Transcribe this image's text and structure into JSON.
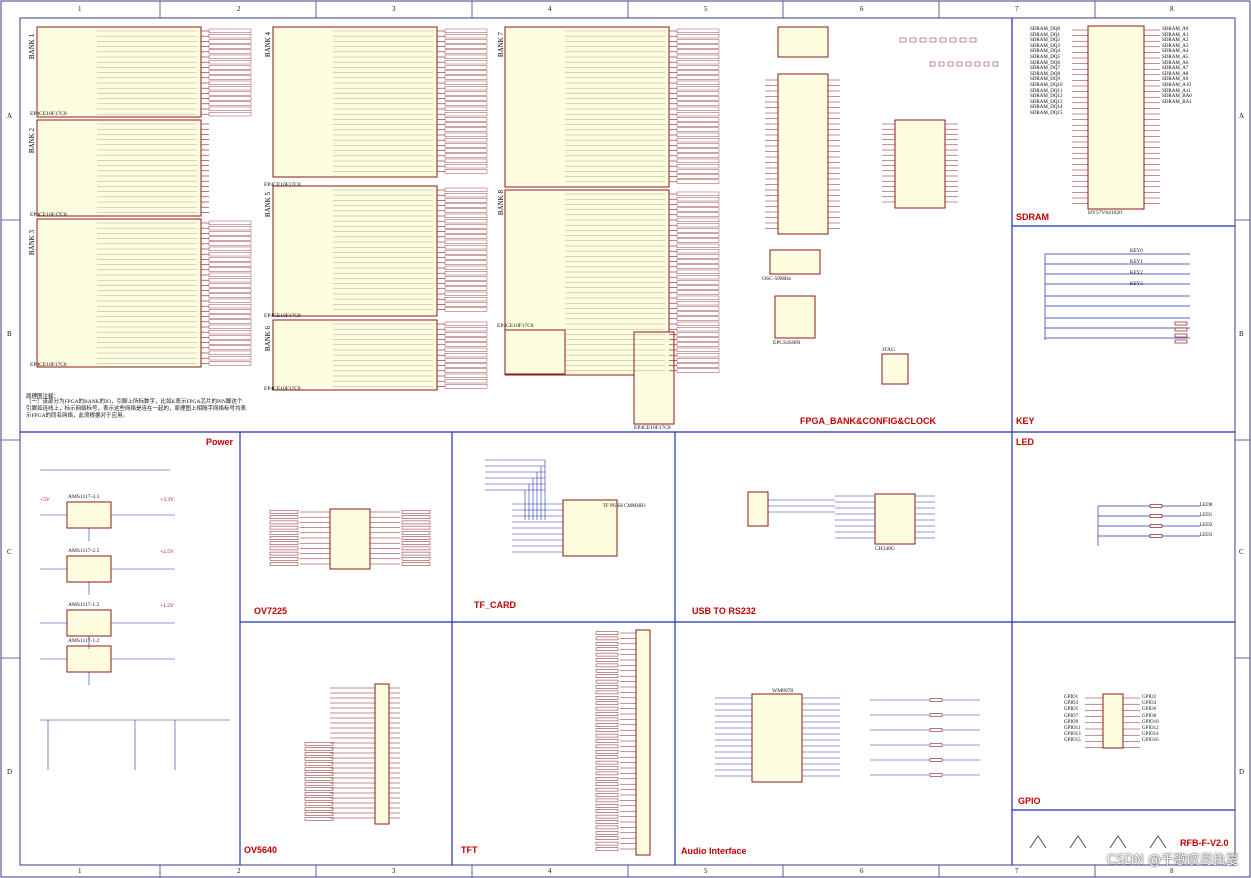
{
  "border": {
    "top_numbers": [
      "1",
      "2",
      "3",
      "4",
      "5",
      "6",
      "7",
      "8"
    ],
    "side_letters": [
      "A",
      "B",
      "C",
      "D"
    ]
  },
  "sections": {
    "fpga": "FPGA_BANK&CONFIG&CLOCK",
    "sdram": "SDRAM",
    "key": "KEY",
    "power": "Power",
    "ov7225": "OV7225",
    "tf_card": "TF_CARD",
    "usb": "USB TO RS232",
    "led": "LED",
    "ov5640": "OV5640",
    "tft": "TFT",
    "audio": "Audio Interface",
    "gpio": "GPIO",
    "board": "RFB-F-V2.0"
  },
  "banks": [
    "BANK 1",
    "BANK 2",
    "BANK 3",
    "BANK 4",
    "BANK 5",
    "BANK 6",
    "BANK 7",
    "BANK 8"
  ],
  "chips": {
    "u2a": "EP4CE10F17C8",
    "u2b": "EP4CE10F17C8",
    "u2c": "EP4CE10F17C8",
    "u2d": "EP4CE10F17C8",
    "u2e": "EP4CE10F17C8",
    "u2f": "EP4CE10F17C8",
    "u2g": "EP4CE10F17C8",
    "u2h": "EP4CE10F17C8",
    "sdram": "HY57V641620",
    "osc": "OSC-50MHz",
    "epcs": "EPCS4SI8N",
    "jtag": "JTAG",
    "usb_chip": "CH340G",
    "audio_chip": "WM8978",
    "tf": "TF PUSH CMMHH1",
    "reg1": "AMS1117-3.3",
    "reg2": "AMS1117-2.5",
    "reg3": "AMS1117-1.2",
    "reg4": "AMS1117-1.2"
  },
  "note": {
    "title": "原理图注释：",
    "body": "（一）该部分为FPGA的BANK的IO，引脚上所标数字，比如K表示FPGA芯片的PIN脚这个引脚如连线上，标示网络标号，表示这些网络是连在一起的，原理图上相隔字网络标号均表示FPGA的同名网络，此须根据对于应用。"
  },
  "sdram_signals": [
    "SDRAM_DQ0",
    "SDRAM_DQ1",
    "SDRAM_DQ2",
    "SDRAM_DQ3",
    "SDRAM_DQ4",
    "SDRAM_DQ5",
    "SDRAM_DQ6",
    "SDRAM_DQ7",
    "SDRAM_DQ8",
    "SDRAM_DQ9",
    "SDRAM_DQ10",
    "SDRAM_DQ11",
    "SDRAM_DQ12",
    "SDRAM_DQ13",
    "SDRAM_DQ14",
    "SDRAM_DQ15"
  ],
  "sdram_addr": [
    "SDRAM_A0",
    "SDRAM_A1",
    "SDRAM_A2",
    "SDRAM_A3",
    "SDRAM_A4",
    "SDRAM_A5",
    "SDRAM_A6",
    "SDRAM_A7",
    "SDRAM_A8",
    "SDRAM_A9",
    "SDRAM_A10",
    "SDRAM_A11",
    "SDRAM_BA0",
    "SDRAM_BA1"
  ],
  "keys": [
    "KEY0",
    "KEY1",
    "KEY2",
    "KEY3"
  ],
  "leds": [
    "LED0",
    "LED1",
    "LED2",
    "LED3"
  ],
  "gpio_labels": [
    "GPIO1",
    "GPIO3",
    "GPIO5",
    "GPIO7",
    "GPIO9",
    "GPIO11",
    "GPIO13",
    "GPIO15"
  ],
  "gpio_labels_r": [
    "GPIO2",
    "GPIO4",
    "GPIO6",
    "GPIO8",
    "GPIO10",
    "GPIO12",
    "GPIO14",
    "GPIO16"
  ],
  "power_rails": [
    "+5V",
    "+3.3V",
    "+2.5V",
    "+1.2V"
  ],
  "watermark": "CSDN @千歌叹尽执夏"
}
